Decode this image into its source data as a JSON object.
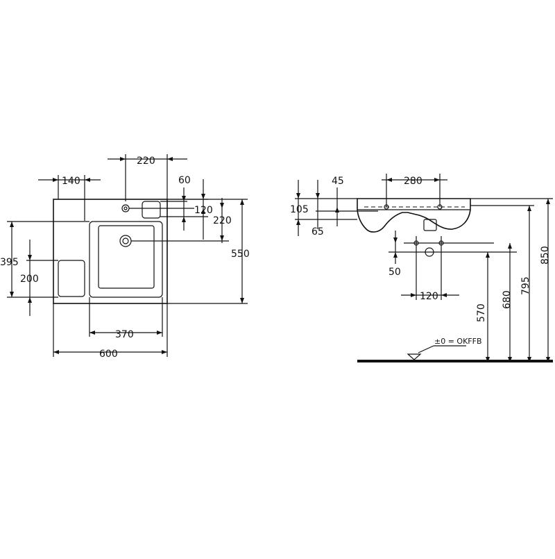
{
  "top_view": {
    "dims": {
      "d220_top": "220",
      "d140": "140",
      "d60": "60",
      "d120": "120",
      "d220_right": "220",
      "d550": "550",
      "d395": "395",
      "d200": "200",
      "d370": "370",
      "d600": "600"
    }
  },
  "side_view": {
    "dims": {
      "d45": "45",
      "d280": "280",
      "d105": "105",
      "d65": "65",
      "d50": "50",
      "d120": "120",
      "d570": "570",
      "d680": "680",
      "d795": "795",
      "d850": "850"
    },
    "floor_label": "±0 = OKFFB"
  }
}
